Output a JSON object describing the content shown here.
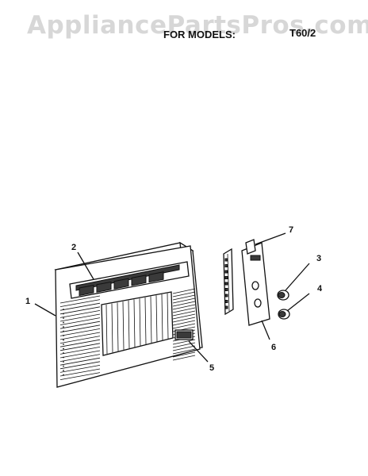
{
  "header": {
    "watermark": "AppliancePartsPros.com",
    "models_label": "FOR MODELS:",
    "model_number": "T60/2"
  },
  "callouts": [
    {
      "label": "1"
    },
    {
      "label": "2"
    },
    {
      "label": "3"
    },
    {
      "label": "4"
    },
    {
      "label": "5"
    },
    {
      "label": "6"
    },
    {
      "label": "7"
    }
  ]
}
